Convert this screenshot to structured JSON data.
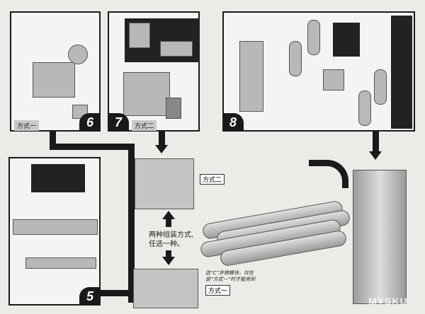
{
  "steps": [
    {
      "number": "6",
      "label": "方式一"
    },
    {
      "number": "7",
      "label": "方式二"
    },
    {
      "number": "8"
    },
    {
      "number": "5"
    }
  ],
  "callouts": {
    "method_two": "方式二",
    "method_one": "方式一"
  },
  "note_choice": [
    "两种组装方式,",
    "任选一种。"
  ],
  "note_ladder": [
    "选“C”步梯模块，仅在",
    "装“方式一”时才能用到"
  ],
  "watermark": "MYSKU"
}
